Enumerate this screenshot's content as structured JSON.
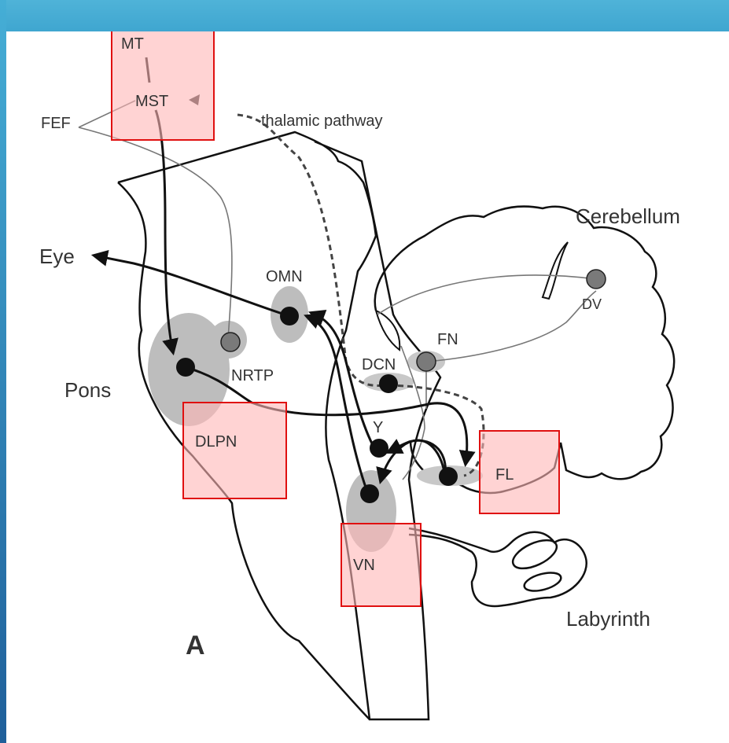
{
  "labels": {
    "mt": "MT",
    "mst": "MST",
    "fef": "FEF",
    "thalamic_pathway": "thalamic pathway",
    "cerebellum": "Cerebellum",
    "eye": "Eye",
    "omn": "OMN",
    "dv": "DV",
    "fn": "FN",
    "nrtp": "NRTP",
    "dcn": "DCN",
    "pons": "Pons",
    "dlpn": "DLPN",
    "y": "Y",
    "fl": "FL",
    "vn": "VN",
    "labyrinth": "Labyrinth",
    "panel": "A"
  },
  "colors": {
    "highlight_fill": "#ffb6b6",
    "highlight_border": "#e01010",
    "nucleus_black": "#111111",
    "nucleus_gray": "#7a7a7a",
    "region_shade": "#bdbdbd",
    "frame_blue": "#3fa6d0"
  }
}
